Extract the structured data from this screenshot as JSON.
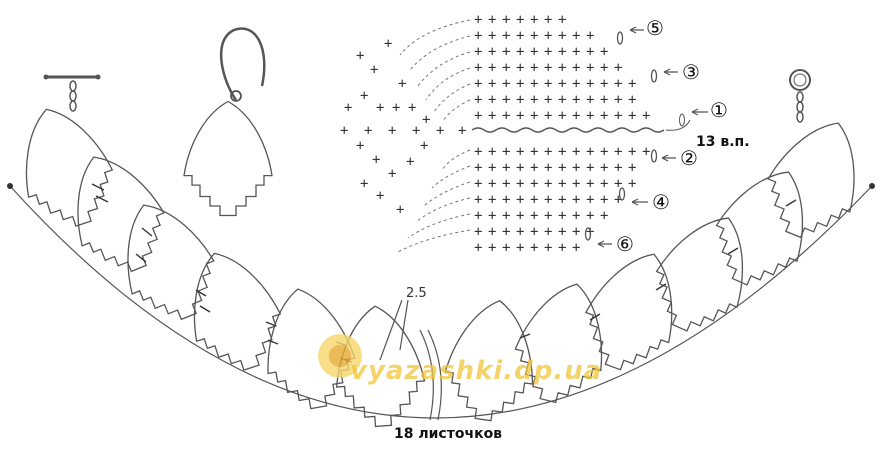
{
  "diagram": {
    "chain_label": "13 в.п.",
    "total_label": "18 листочков",
    "measure_label": "2.5",
    "row_markers": [
      "⑤",
      "③",
      "①",
      "②",
      "④",
      "⑥"
    ],
    "watermark": "vyazashki.dp.ua",
    "colors": {
      "line": "#555555",
      "text": "#111111",
      "watermark": "#f1c53a"
    }
  }
}
